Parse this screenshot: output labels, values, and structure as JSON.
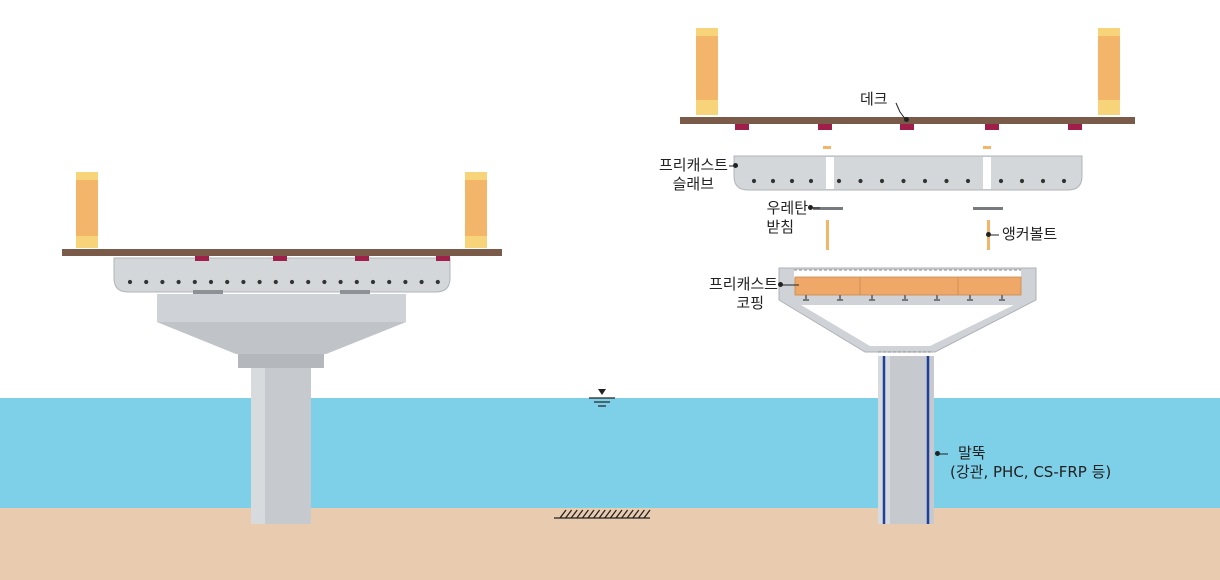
{
  "colors": {
    "water": "#7ecfe8",
    "seabed": "#e9ccb0",
    "deck": "#7a5a48",
    "bearing_block": "#a01f4a",
    "post": "#f2b56a",
    "concrete": "#c9ccd0",
    "coping_insert": "#f0a868",
    "pile_rebar": "#1f3f9a"
  },
  "icons": {
    "water_level": "water-level-symbol",
    "seabed": "seabed-hatch-symbol"
  },
  "labels": {
    "deck": "데크",
    "precast_slab_line1": "프리캐스트",
    "precast_slab_line2": "슬래브",
    "urethane_bearing_line1": "우레탄",
    "urethane_bearing_line2": "받침",
    "anchor_bolt": "앵커볼트",
    "precast_coping_line1": "프리캐스트",
    "precast_coping_line2": "코핑",
    "pile_line1": "말뚝",
    "pile_line2": "(강관, PHC, CS-FRP 등)"
  }
}
